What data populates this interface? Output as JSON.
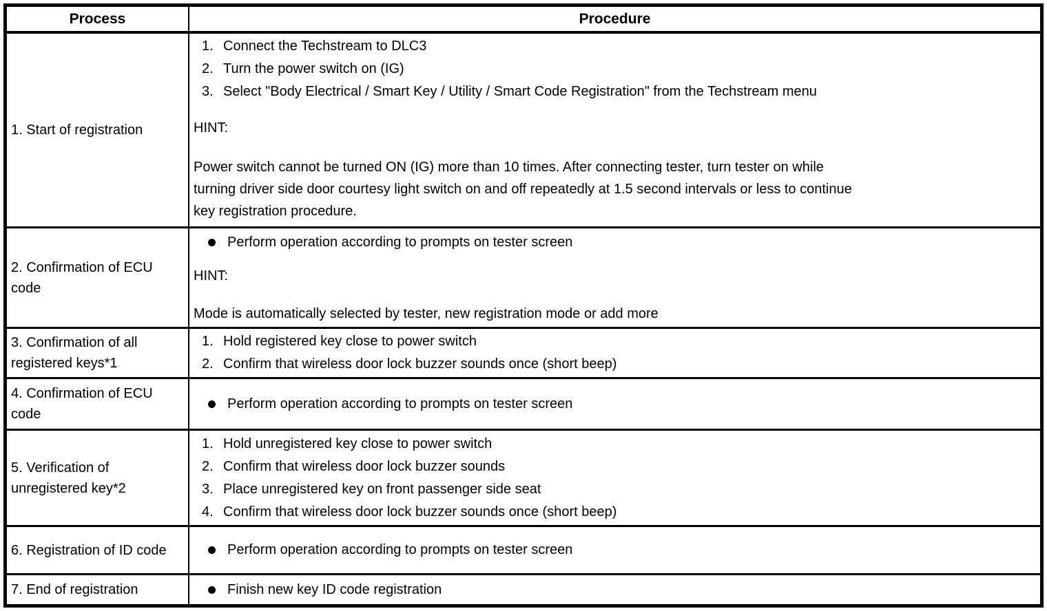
{
  "page": {
    "background_color": "#ffffff",
    "border_color": "#000000"
  },
  "table": {
    "headers": {
      "process": "Process",
      "procedure": "Procedure"
    },
    "rows": [
      {
        "process": "1. Start of registration",
        "steps": [
          {
            "num": "1.",
            "text": "Connect the Techstream to DLC3"
          },
          {
            "num": "2.",
            "text": "Turn the power switch on (IG)"
          },
          {
            "num": "3.",
            "text": "Select \"Body Electrical / Smart Key / Utility / Smart Code Registration\" from the Techstream menu"
          }
        ],
        "hint_label": "HINT:",
        "hint_lines": [
          "Power switch cannot be turned ON (IG) more than 10 times. After connecting tester, turn tester on while",
          "turning driver side door courtesy light switch on and off repeatedly at 1.5 second intervals or less to continue",
          "key registration procedure."
        ]
      },
      {
        "process": "2. Confirmation of ECU code",
        "bullet": "Perform operation according to prompts on tester screen",
        "hint_label": "HINT:",
        "hint_lines": [
          "Mode is automatically selected by tester, new registration mode or add more"
        ]
      },
      {
        "process": "3. Confirmation of all registered keys*1",
        "steps": [
          {
            "num": "1.",
            "text": "Hold registered key close to power switch"
          },
          {
            "num": "2.",
            "text": "Confirm that wireless door lock buzzer sounds once (short beep)"
          }
        ]
      },
      {
        "process": "4. Confirmation of ECU code",
        "bullet": "Perform operation according to prompts on tester screen"
      },
      {
        "process": "5. Verification of unregistered key*2",
        "steps": [
          {
            "num": "1.",
            "text": "Hold unregistered key close to power switch"
          },
          {
            "num": "2.",
            "text": "Confirm that wireless door lock buzzer sounds"
          },
          {
            "num": "3.",
            "text": "Place unregistered key on front passenger side seat"
          },
          {
            "num": "4.",
            "text": "Confirm that wireless door lock buzzer sounds once (short beep)"
          }
        ]
      },
      {
        "process": "6. Registration of ID code",
        "bullet": "Perform operation according to prompts on tester screen"
      },
      {
        "process": "7. End of registration",
        "bullet": "Finish new key ID code registration"
      }
    ]
  }
}
